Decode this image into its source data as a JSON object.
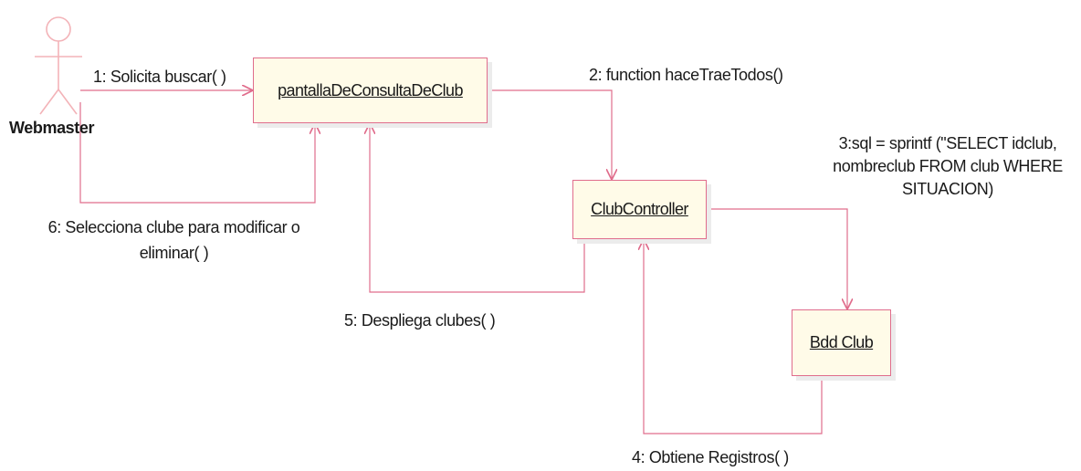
{
  "actor": {
    "name": "Webmaster"
  },
  "objects": {
    "pantalla": "pantallaDeConsultaDeClub",
    "controller": "ClubController",
    "bdd": "Bdd Club"
  },
  "messages": {
    "m1": "1: Solicita buscar( )",
    "m2": "2: function haceTraeTodos()",
    "m3_line1": "3:sql = sprintf (\"SELECT idclub,",
    "m3_line2": "nombreclub FROM club WHERE",
    "m3_line3": "SITUACION)",
    "m4": "4: Obtiene Registros( )",
    "m5": "5: Despliega clubes( )",
    "m6_line1": "6: Selecciona clube para modificar o",
    "m6_line2": "eliminar( )"
  },
  "colors": {
    "link": "#e06d8c",
    "object_fill": "#fffbe8",
    "actor_stroke": "#f3b3b8"
  }
}
